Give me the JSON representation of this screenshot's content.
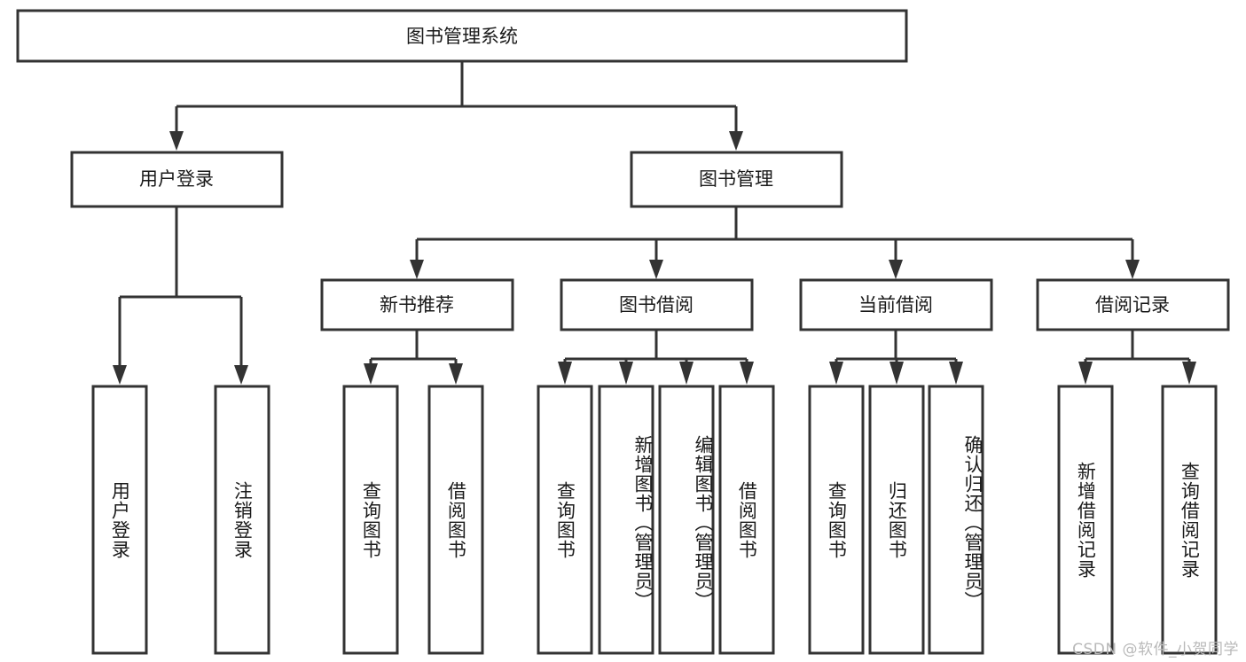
{
  "diagram": {
    "title": "图书管理系统",
    "watermark": "CSDN @软件_小贺同学",
    "type": "tree-hierarchy-flowchart",
    "colors": {
      "box_fill": "#ffffff",
      "box_stroke": "#333333",
      "text": "#1a1a1a",
      "background": "#ffffff",
      "watermark": "#b9b9b9"
    },
    "root": {
      "label": "图书管理系统"
    },
    "level2": [
      {
        "label": "用户登录"
      },
      {
        "label": "图书管理"
      }
    ],
    "level3": [
      {
        "label": "新书推荐"
      },
      {
        "label": "图书借阅"
      },
      {
        "label": "当前借阅"
      },
      {
        "label": "借阅记录"
      }
    ],
    "leaves": {
      "user_login": [
        {
          "label": "用户登录"
        },
        {
          "label": "注销登录"
        }
      ],
      "new_book_recommend": [
        {
          "label": "查询图书"
        },
        {
          "label": "借阅图书"
        }
      ],
      "book_borrow": [
        {
          "label": "查询图书"
        },
        {
          "label": "新增图书（管理员）"
        },
        {
          "label": "编辑图书（管理员）"
        },
        {
          "label": "借阅图书"
        }
      ],
      "current_borrow": [
        {
          "label": "查询图书"
        },
        {
          "label": "归还图书"
        },
        {
          "label": "确认归还（管理员）"
        }
      ],
      "borrow_record": [
        {
          "label": "新增借阅记录"
        },
        {
          "label": "查询借阅记录"
        }
      ]
    }
  }
}
